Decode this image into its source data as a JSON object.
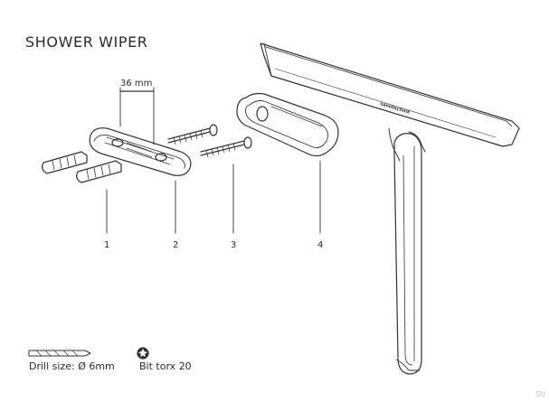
{
  "title": "SHOWER WIPER",
  "dimension_label": "36 mm",
  "parts": [
    {
      "number": "1"
    },
    {
      "number": "2"
    },
    {
      "number": "3"
    },
    {
      "number": "4"
    }
  ],
  "drill_label": "Drill size: Ø 6mm",
  "bit_label": "Bit torx 20",
  "brand_mark": "SU",
  "icons": [
    "drill-bit-icon",
    "torx-bit-icon"
  ]
}
